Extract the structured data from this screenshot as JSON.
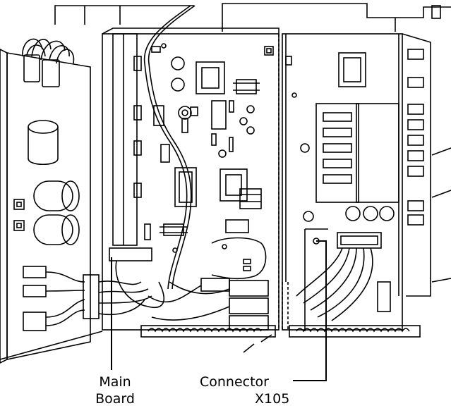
{
  "callouts": {
    "main_board": {
      "line1": "Main",
      "line2": "Board"
    },
    "connector": {
      "line1": "Connector",
      "line2": "X105"
    }
  },
  "colors": {
    "line": "#000000",
    "background": "#ffffff"
  }
}
